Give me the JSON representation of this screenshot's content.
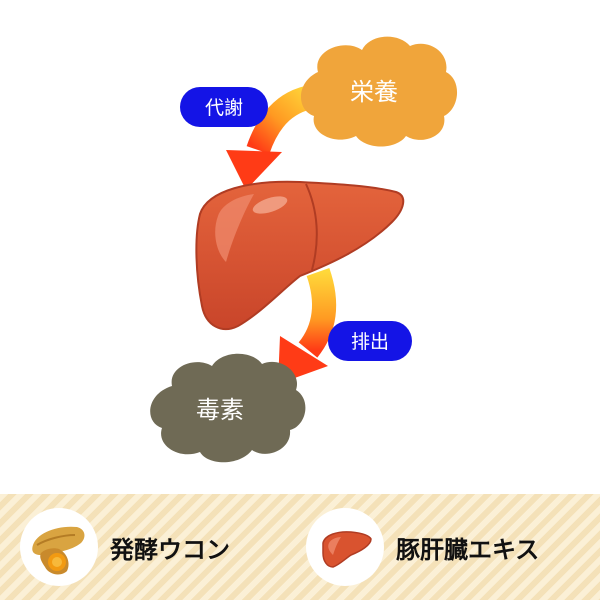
{
  "diagram": {
    "nutrition_label": "栄養",
    "metabolism_label": "代謝",
    "excretion_label": "排出",
    "toxin_label": "毒素"
  },
  "products": [
    {
      "name": "発酵ウコン",
      "icon": "turmeric-root-icon"
    },
    {
      "name": "豚肝臓エキス",
      "icon": "liver-icon"
    }
  ],
  "colors": {
    "nutrition_cloud": "#f0a53b",
    "toxin_cloud": "#6f6a55",
    "pill": "#1414e6",
    "liver": "#d9532f",
    "arrow_start": "#ffd83a",
    "arrow_end": "#ff3b16",
    "band": "#fbf0d6"
  }
}
